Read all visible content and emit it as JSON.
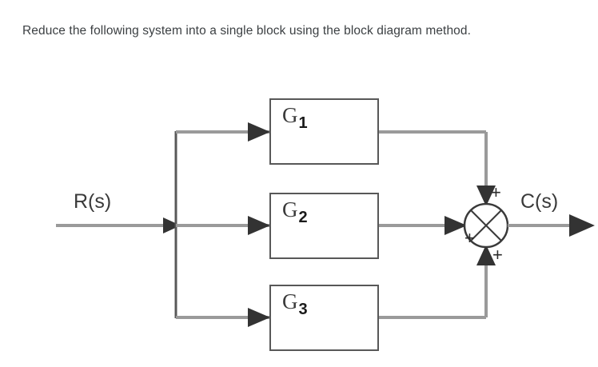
{
  "question": {
    "text": "Reduce the following system into a single block using the block diagram method."
  },
  "diagram": {
    "type": "control-system-block-diagram",
    "input_signal": "R(s)",
    "output_signal": "C(s)",
    "blocks": [
      {
        "id": "g1",
        "base": "G",
        "subscript": "1",
        "full_label": "G1"
      },
      {
        "id": "g2",
        "base": "G",
        "subscript": "2",
        "full_label": "G2"
      },
      {
        "id": "g3",
        "base": "G",
        "subscript": "3",
        "full_label": "G3"
      }
    ],
    "summing_junction": {
      "name": "summing-junction",
      "style": "circle-with-x-cross",
      "signs": {
        "top": "+",
        "left": "+",
        "bottom": "+"
      }
    },
    "topology": "R(s) branches into three parallel paths through G1, G2 and G3; all three outputs are summed with positive signs to produce C(s)."
  },
  "colors": {
    "background": "#ffffff",
    "text": "#3c4043",
    "line": "#9a9a9a",
    "arrow": "#333333",
    "block_border": "#585858",
    "label": "#3a3a3a"
  }
}
